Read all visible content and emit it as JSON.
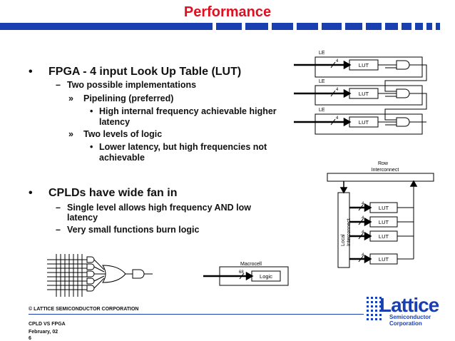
{
  "slide": {
    "title": "Performance",
    "accent_red": "#e01020",
    "accent_blue": "#1a3fb0"
  },
  "bullets": {
    "fpga": "FPGA - 4 input Look Up Table (LUT)",
    "fpga_sub1": "Two possible implementations",
    "pipelining": "Pipelining (preferred)",
    "pipelining_detail_1": "High internal frequency achievable higher",
    "pipelining_detail_2": "latency",
    "two_levels": "Two levels of logic",
    "two_levels_detail_1": "Lower latency, but high frequencies not",
    "two_levels_detail_2": "achievable",
    "cpld": "CPLDs have wide fan in",
    "cpld_sub1_1": "Single level allows high frequency AND low",
    "cpld_sub1_2": "latency",
    "cpld_sub2": "Very small functions burn logic",
    "bullet_glyph": "•",
    "dash_glyph": "–",
    "chevron_glyph": "»"
  },
  "fpga_diagram": {
    "le_label": "LE",
    "lut_label": "LUT",
    "input_count": "4"
  },
  "cpld_diagram": {
    "row_interconnect_1": "Row",
    "row_interconnect_2": "Interconnect",
    "local_interconnect_1": "Local",
    "local_interconnect_2": "Interconnect",
    "lut_label": "LUT",
    "input_count": "4"
  },
  "macrocell_diagram": {
    "label": "Macrocell",
    "input_count": "68",
    "logic_label": "Logic"
  },
  "footer": {
    "copyright": "© LATTICE SEMICONDUCTOR CORPORATION",
    "doc_title": "CPLD VS FPGA",
    "date": "February, 02",
    "page": "6"
  },
  "logo": {
    "name": "Lattice",
    "sub1": "Semiconductor",
    "sub2": "Corporation"
  }
}
